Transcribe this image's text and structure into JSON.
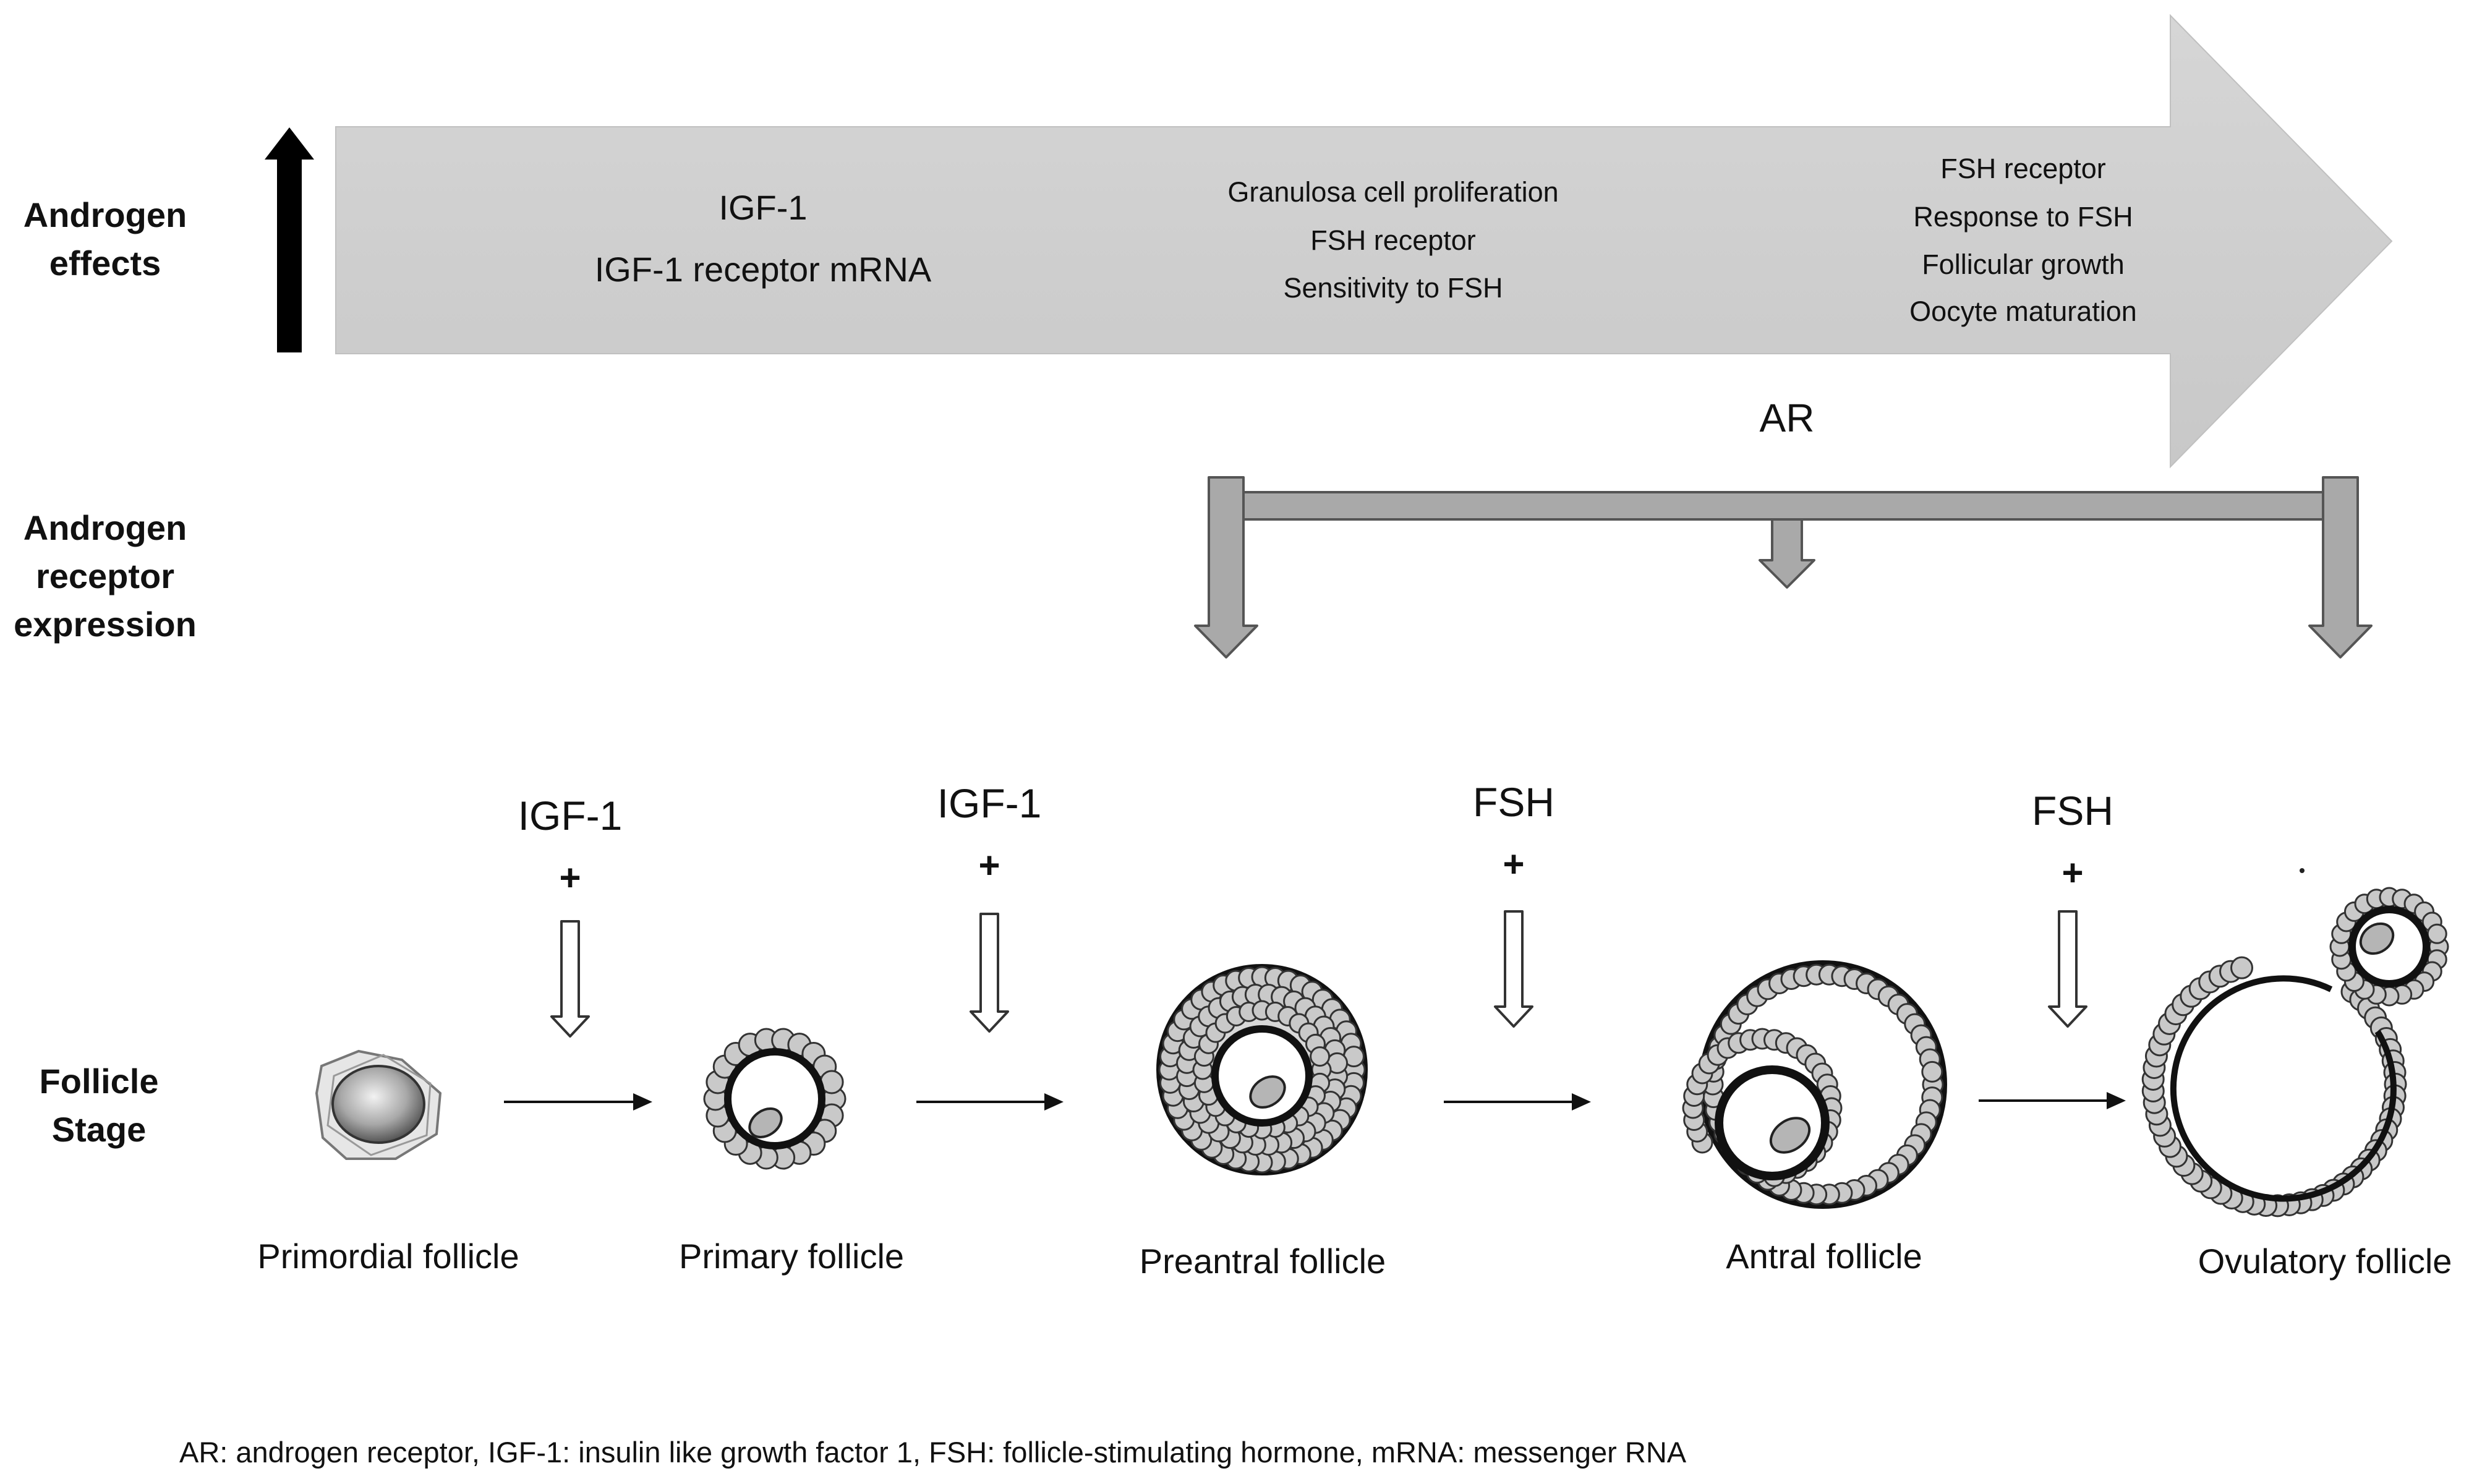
{
  "row_labels": {
    "androgen_effects": [
      "Androgen",
      "effects"
    ],
    "receptor_expression": [
      "Androgen",
      "receptor",
      "expression"
    ],
    "follicle_stage": [
      "Follicle",
      "Stage"
    ]
  },
  "effects": {
    "group1": [
      "IGF-1",
      "IGF-1 receptor mRNA"
    ],
    "group2": [
      "Granulosa cell proliferation",
      "FSH receptor",
      "Sensitivity to FSH"
    ],
    "group3": [
      "FSH receptor",
      "Response to FSH",
      "Follicular growth",
      "Oocyte maturation"
    ]
  },
  "receptor": {
    "label": "AR"
  },
  "transitions": [
    {
      "factor": "IGF-1",
      "sign": "+"
    },
    {
      "factor": "IGF-1",
      "sign": "+"
    },
    {
      "factor": "FSH",
      "sign": "+"
    },
    {
      "factor": "FSH",
      "sign": "+"
    }
  ],
  "follicles": [
    {
      "name": "Primordial follicle"
    },
    {
      "name": "Primary follicle"
    },
    {
      "name": "Preantral follicle"
    },
    {
      "name": "Antral follicle"
    },
    {
      "name": "Ovulatory follicle"
    }
  ],
  "footnote": "AR: androgen receptor, IGF-1: insulin like growth factor 1, FSH: follicle-stimulating hormone, mRNA: messenger RNA",
  "colors": {
    "big_arrow": "#cfcfcf",
    "bracket_fill": "#a9a9a9",
    "bracket_stroke": "#555555",
    "cell_fill": "#c9c9c9",
    "ring_stroke": "#111111"
  }
}
